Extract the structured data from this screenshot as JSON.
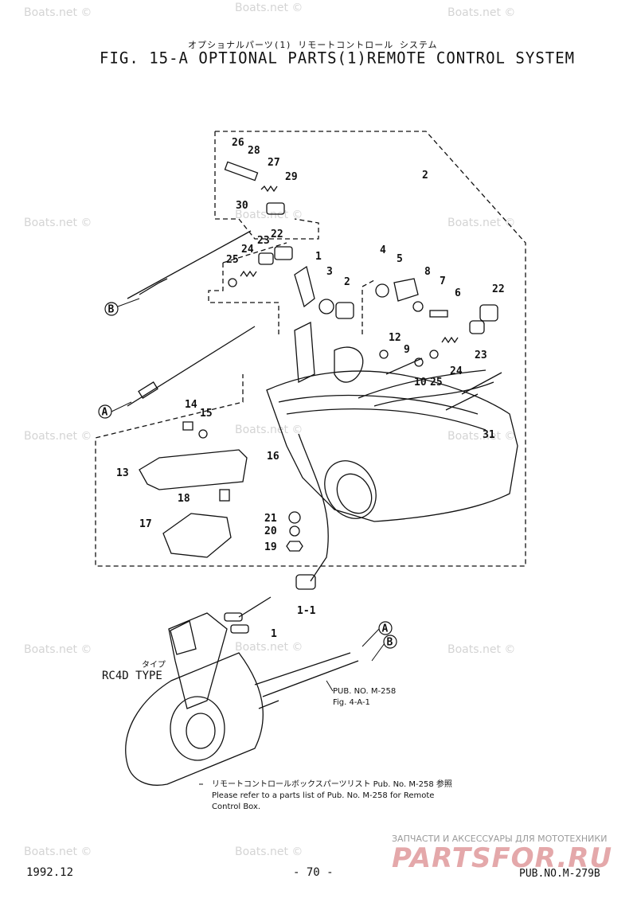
{
  "header": {
    "subtitle_jp": "オプショナルパーツ(1) リモートコントロール システム",
    "title": "FIG. 15-A OPTIONAL PARTS(1)REMOTE CONTROL SYSTEM"
  },
  "callouts": [
    "26",
    "28",
    "27",
    "29",
    "2",
    "30",
    "22",
    "23",
    "24",
    "25",
    "1",
    "3",
    "2",
    "4",
    "5",
    "8",
    "7",
    "6",
    "22",
    "12",
    "9",
    "10",
    "25",
    "24",
    "23",
    "14",
    "15",
    "13",
    "16",
    "18",
    "17",
    "21",
    "20",
    "19",
    "31",
    "1-1",
    "1"
  ],
  "cable_refs": [
    "B",
    "A",
    "A",
    "B"
  ],
  "remote_box": {
    "type_kana": "タイプ",
    "type_label": "RC4D TYPE",
    "pub_ref_line1": "PUB. NO. M-258",
    "pub_ref_line2": "Fig. 4-A-1"
  },
  "notes": {
    "line_jp": "リモートコントロールボックスパーツリスト Pub. No. M-258 参照",
    "line1": "Please refer to a parts list of Pub. No. M-258 for Remote",
    "line2": "Control Box."
  },
  "footer": {
    "date": "1992.12",
    "page": "- 70 -",
    "pub_no": "PUB.NO.M-279B"
  },
  "watermark": {
    "text": "Boats.net ©",
    "shop_tagline": "ЗАПЧАСТИ И АКСЕССУАРЫ ДЛЯ МОТОТЕХНИКИ",
    "shop_logo": "PARTSFOR.RU"
  },
  "colors": {
    "ink": "#111111",
    "watermark": "#d4d4d4",
    "logo": "#e4a8aa"
  }
}
